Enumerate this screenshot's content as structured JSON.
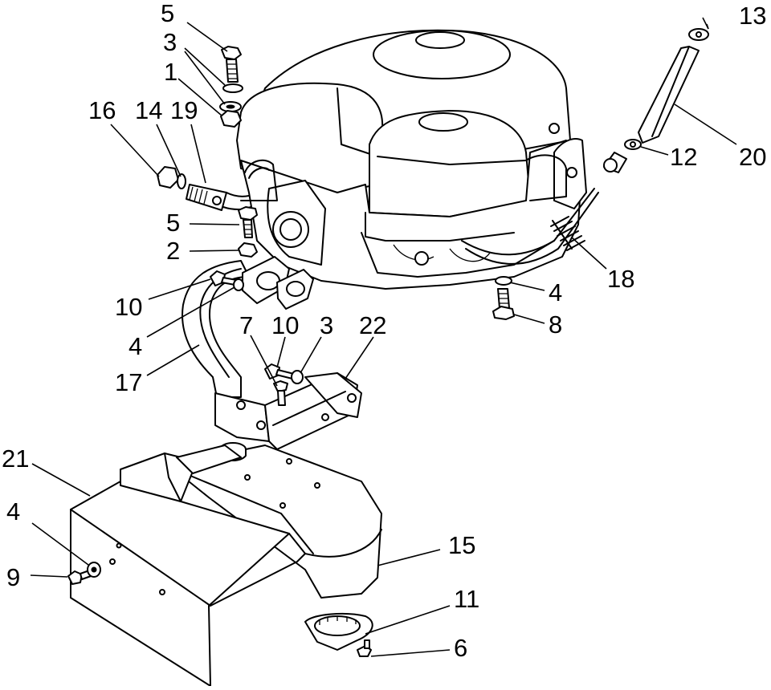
{
  "callouts": {
    "c1": "1",
    "c2": "2",
    "c3a": "3",
    "c3b": "3",
    "c4a": "4",
    "c4b": "4",
    "c4c": "4",
    "c5a": "5",
    "c5b": "5",
    "c6": "6",
    "c7": "7",
    "c8": "8",
    "c9": "9",
    "c10a": "10",
    "c10b": "10",
    "c11": "11",
    "c12": "12",
    "c13": "13",
    "c14": "14",
    "c15": "15",
    "c16": "16",
    "c17": "17",
    "c18": "18",
    "c19": "19",
    "c20": "20",
    "c21": "21",
    "c22": "22"
  },
  "colors": {
    "line": "#000000",
    "paper": "#ffffff"
  }
}
